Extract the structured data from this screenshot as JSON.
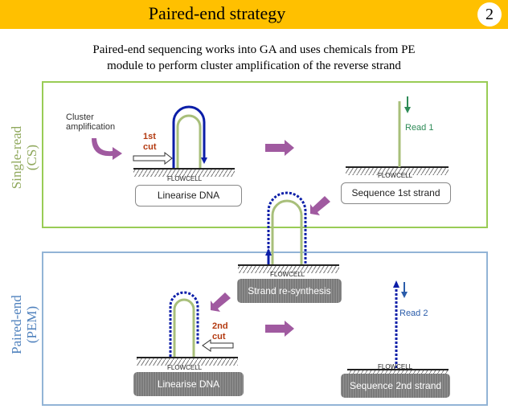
{
  "header": {
    "title": "Paired-end strategy",
    "slide_number": "2"
  },
  "subtitle": {
    "line1": "Paired-end sequencing works into GA and uses chemicals from PE",
    "line2": "module to perform cluster amplification of the reverse strand"
  },
  "panels": {
    "single_read": {
      "label_line1": "Single-read",
      "label_line2": "(CS)"
    },
    "paired_end": {
      "label_line1": "Paired-end",
      "label_line2": "(PEM)"
    }
  },
  "labels": {
    "cluster_amplification_line1": "Cluster",
    "cluster_amplification_line2": "amplification",
    "first_cut_line1": "1st",
    "first_cut_line2": "cut",
    "second_cut_line1": "2nd",
    "second_cut_line2": "cut",
    "read1": "Read 1",
    "read2": "Read 2",
    "flowcell": "FLOWCELL"
  },
  "steps": {
    "linearise_dna_1": "Linearise DNA",
    "sequence_1st_strand": "Sequence 1st strand",
    "strand_resynthesis": "Strand re-synthesis",
    "linearise_dna_2": "Linearise DNA",
    "sequence_2nd_strand": "Sequence 2nd strand"
  },
  "colors": {
    "header_bg": "#ffc000",
    "cs_border": "#99cc55",
    "pem_border": "#92b4d6",
    "cs_label": "#8fa85c",
    "pem_label": "#4f81bd",
    "arrow": "#a05aa0",
    "dna_green": "#a8bf7a",
    "dna_blue": "#0b1ea8",
    "cut_text": "#b33a10",
    "read1_text": "#2e8b57",
    "read2_text": "#2a5caa"
  }
}
